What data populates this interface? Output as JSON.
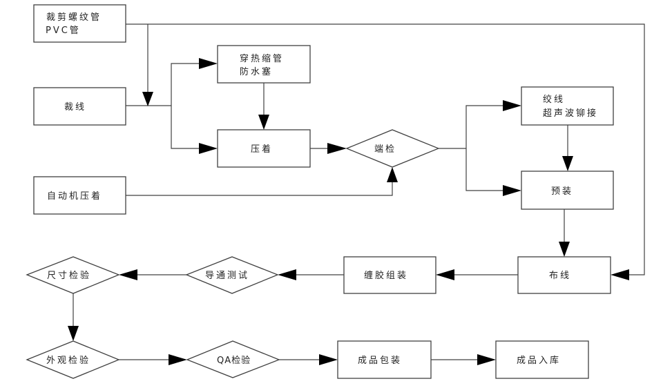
{
  "diagram": {
    "type": "flowchart",
    "nodes": {
      "cut_corrugated": {
        "shape": "rect",
        "lines": [
          "裁剪螺纹管",
          "PVC管"
        ]
      },
      "cut_wire": {
        "shape": "rect",
        "lines": [
          "裁线"
        ]
      },
      "auto_crimp": {
        "shape": "rect",
        "lines": [
          "自动机压着"
        ]
      },
      "heat_shrink": {
        "shape": "rect",
        "lines": [
          "穿热缩管",
          "防水塞"
        ]
      },
      "crimp": {
        "shape": "rect",
        "lines": [
          "压着"
        ]
      },
      "terminal_check": {
        "shape": "diamond",
        "lines": [
          "端检"
        ]
      },
      "twist": {
        "shape": "rect",
        "lines": [
          "绞线",
          "超声波铆接"
        ]
      },
      "preassembly": {
        "shape": "rect",
        "lines": [
          "预装"
        ]
      },
      "routing": {
        "shape": "rect",
        "lines": [
          "布线"
        ]
      },
      "taping": {
        "shape": "rect",
        "lines": [
          "缠胶组装"
        ]
      },
      "continuity_test": {
        "shape": "diamond",
        "lines": [
          "导通测试"
        ]
      },
      "dimension_check": {
        "shape": "diamond",
        "lines": [
          "尺寸检验"
        ]
      },
      "visual_check": {
        "shape": "diamond",
        "lines": [
          "外观检验"
        ]
      },
      "qa_check": {
        "shape": "diamond",
        "lines": [
          "QA检验"
        ]
      },
      "packing": {
        "shape": "rect",
        "lines": [
          "成品包装"
        ]
      },
      "warehousing": {
        "shape": "rect",
        "lines": [
          "成品入库"
        ]
      }
    },
    "edges": [
      {
        "from": "cut_corrugated",
        "to": "cut_wire_junction"
      },
      {
        "from": "cut_corrugated",
        "to": "routing"
      },
      {
        "from": "cut_wire",
        "to": "heat_shrink"
      },
      {
        "from": "cut_wire",
        "to": "crimp"
      },
      {
        "from": "heat_shrink",
        "to": "crimp"
      },
      {
        "from": "crimp",
        "to": "terminal_check"
      },
      {
        "from": "auto_crimp",
        "to": "terminal_check"
      },
      {
        "from": "terminal_check",
        "to": "twist"
      },
      {
        "from": "terminal_check",
        "to": "preassembly"
      },
      {
        "from": "twist",
        "to": "preassembly"
      },
      {
        "from": "preassembly",
        "to": "routing"
      },
      {
        "from": "routing",
        "to": "taping"
      },
      {
        "from": "taping",
        "to": "continuity_test"
      },
      {
        "from": "continuity_test",
        "to": "dimension_check"
      },
      {
        "from": "dimension_check",
        "to": "visual_check"
      },
      {
        "from": "visual_check",
        "to": "qa_check"
      },
      {
        "from": "qa_check",
        "to": "packing"
      },
      {
        "from": "packing",
        "to": "warehousing"
      }
    ]
  }
}
